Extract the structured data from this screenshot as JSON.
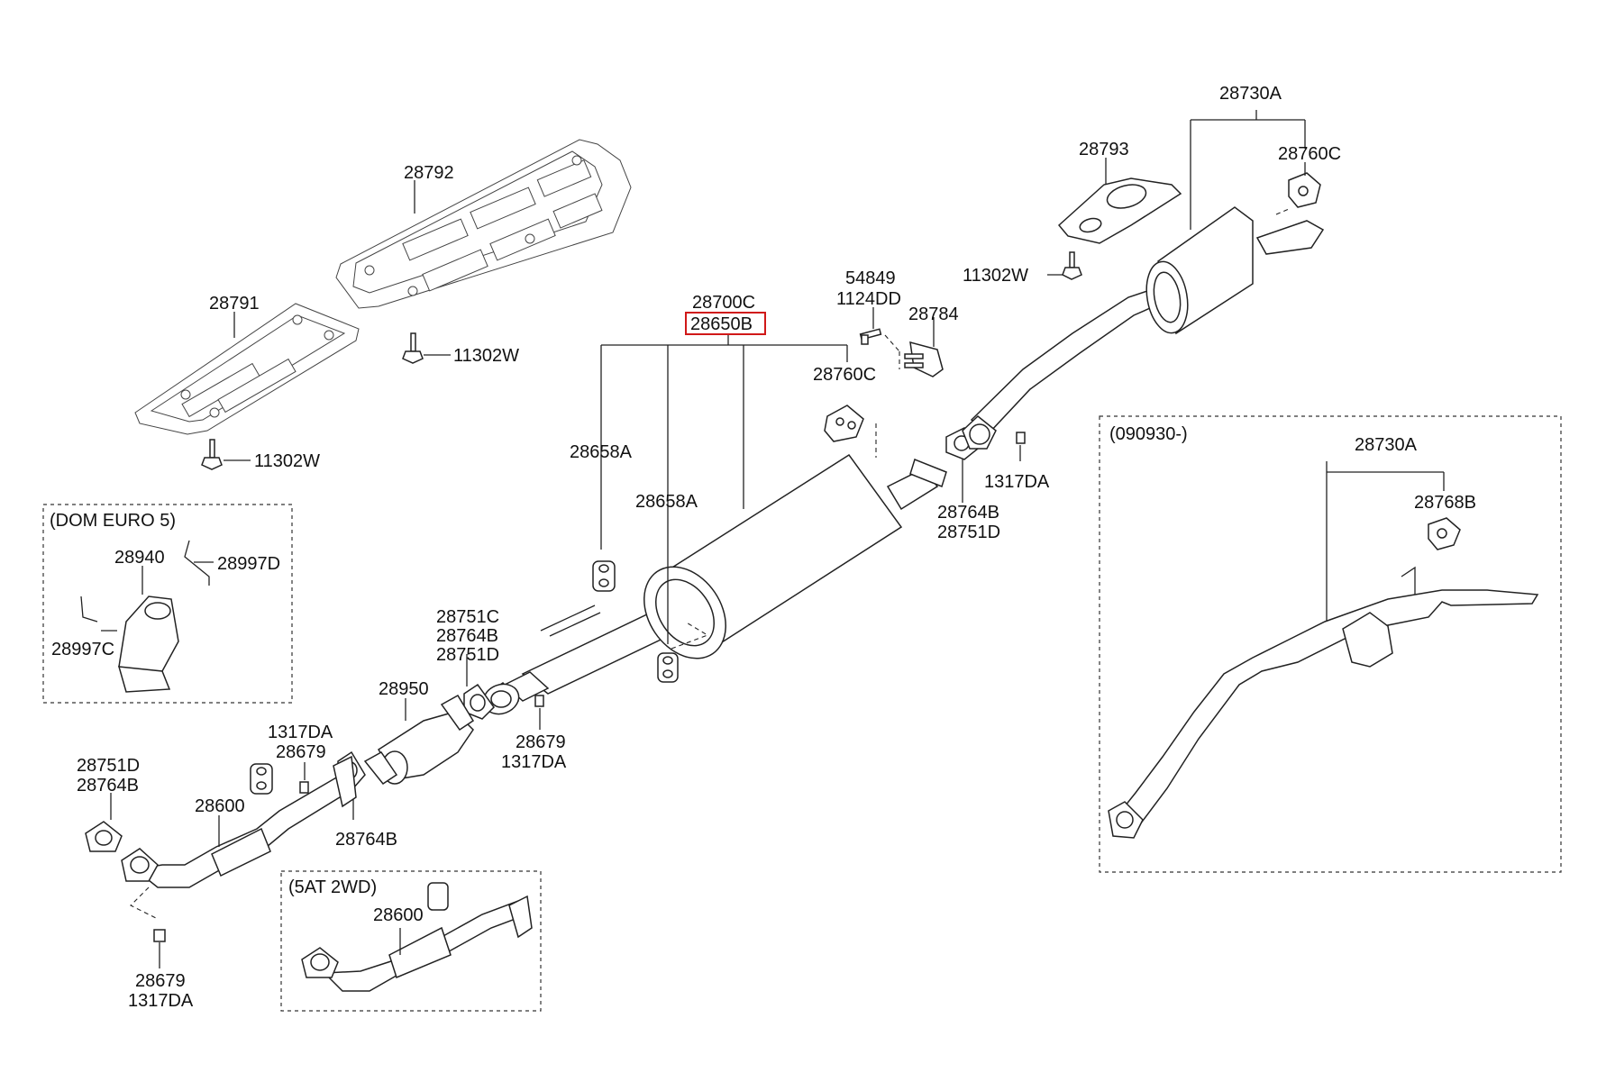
{
  "labels": {
    "l28792": "28792",
    "l28791": "28791",
    "l11302w_a": "11302W",
    "l11302w_b": "11302W",
    "l11302w_c": "11302W",
    "l28700c": "28700C",
    "l28650b": "28650B",
    "l54849": "54849",
    "l1124dd": "1124DD",
    "l28784": "28784",
    "l28760c_a": "28760C",
    "l28760c_b": "28760C",
    "l28793": "28793",
    "l28730a_a": "28730A",
    "l28730a_b": "28730A",
    "l28768b": "28768B",
    "l28658a_a": "28658A",
    "l28658a_b": "28658A",
    "l1317da_a": "1317DA",
    "l28764b_a": "28764B",
    "l28751d_a": "28751D",
    "l28751c": "28751C",
    "l28764b_b": "28764B",
    "l28751d_b": "28751D",
    "l28950": "28950",
    "l28679_a": "28679",
    "l1317da_b": "1317DA",
    "l1317da_c": "1317DA",
    "l28679_b": "28679",
    "l28751d_c": "28751D",
    "l28764b_c": "28764B",
    "l28600_a": "28600",
    "l28764b_d": "28764B",
    "l28679_c": "28679",
    "l1317da_d": "1317DA",
    "l28940": "28940",
    "l28997d": "28997D",
    "l28997c": "28997C",
    "l28600_b": "28600"
  },
  "boxes": {
    "dom_euro5": "(DOM EURO 5)",
    "at2wd": "(5AT 2WD)",
    "date": "(090930-)"
  },
  "highlight": {
    "part": "28650B",
    "color": "#d01818"
  }
}
